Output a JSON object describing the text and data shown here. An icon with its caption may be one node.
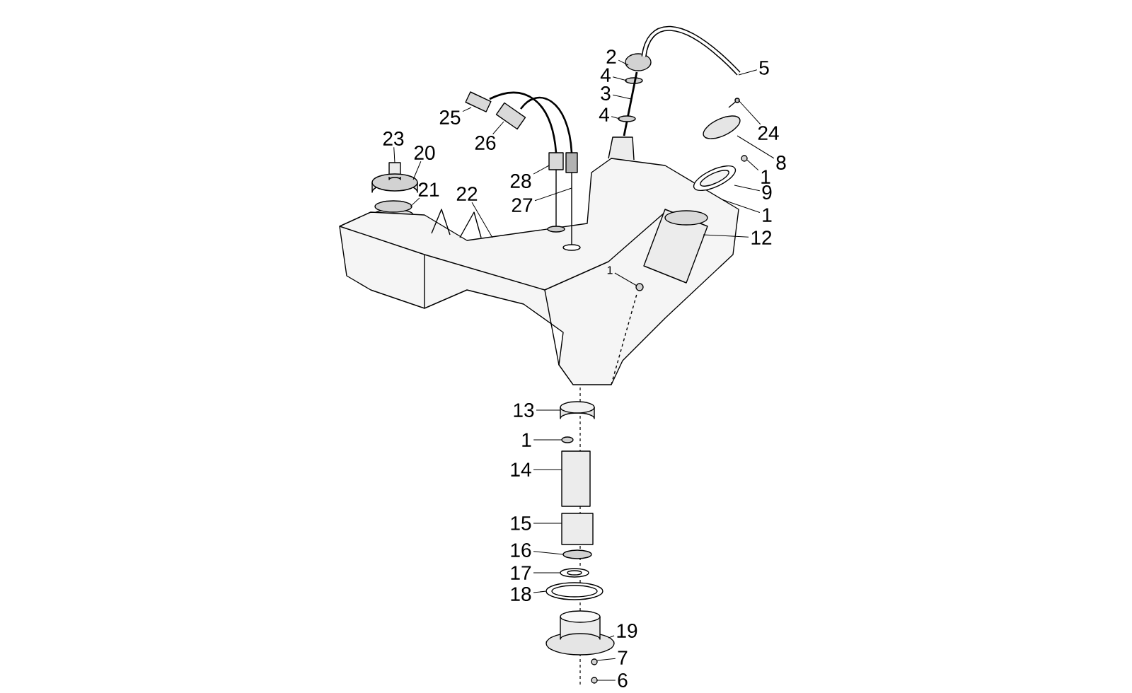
{
  "diagram": {
    "nodes": [
      {
        "text": [
          "2"
        ]
      },
      {
        "text": [
          "4"
        ]
      },
      {
        "text": [
          "3"
        ]
      },
      {
        "text": [
          "4"
        ]
      },
      {
        "text": [
          "5"
        ]
      },
      {
        "text": [
          "24"
        ]
      },
      {
        "text": [
          "8"
        ]
      },
      {
        "text": [
          "1"
        ]
      },
      {
        "text": [
          "9"
        ]
      },
      {
        "text": [
          "1"
        ]
      },
      {
        "text": [
          "12"
        ]
      },
      {
        "text": [
          "1"
        ],
        "in": 39
      },
      {
        "text": [
          "23"
        ]
      },
      {
        "text": [
          "20"
        ]
      },
      {
        "text": [
          "21"
        ]
      },
      {
        "text": [
          "22"
        ]
      },
      {
        "text": [
          "25"
        ]
      },
      {
        "text": [
          "26"
        ]
      },
      {
        "text": [
          "28"
        ]
      },
      {
        "text": [
          "27"
        ]
      },
      {
        "text": [
          "13"
        ]
      },
      {
        "text": [
          "1"
        ]
      },
      {
        "text": [
          "14"
        ]
      },
      {
        "text": [
          "15"
        ]
      },
      {
        "text": [
          "16"
        ]
      },
      {
        "text": [
          "17"
        ]
      },
      {
        "text": [
          "18"
        ]
      },
      {
        "text": [
          "19"
        ]
      },
      {
        "text": [
          "7"
        ]
      },
      {
        "text": [
          "6"
        ]
      },
      {
        "text": [],
        "shape": "circle"
      },
      {
        "text": [],
        "shape": "circle"
      },
      {
        "text": [],
        "shape": "picture"
      },
      {
        "text": [],
        "shape": "circle"
      },
      {
        "text": [],
        "shape": "picture"
      },
      {
        "text": [],
        "shape": "picture"
      },
      {
        "text": [],
        "shape": "picture"
      },
      {
        "text": [],
        "shape": "circle"
      },
      {
        "text": [],
        "shape": "picture",
        "in": 39
      },
      {
        "text": [],
        "shape": "picture"
      },
      {
        "text": [],
        "shape": "picture",
        "in": 39
      },
      {
        "text": [],
        "shape": "circle",
        "in": 39
      },
      {
        "text": [],
        "shape": "box"
      },
      {
        "text": [],
        "shape": "picture"
      },
      {
        "text": [],
        "shape": "circle",
        "in": 39
      },
      {
        "text": [],
        "shape": "picture"
      },
      {
        "text": [],
        "shape": "picture"
      },
      {
        "text": [],
        "shape": "picture"
      },
      {
        "text": [],
        "shape": "picture"
      },
      {
        "text": [],
        "shape": "picture"
      },
      {
        "text": [],
        "shape": "circle"
      },
      {
        "text": [],
        "shape": "box"
      },
      {
        "text": [],
        "shape": "box"
      },
      {
        "text": [],
        "shape": "circle"
      },
      {
        "text": [],
        "shape": "picture"
      },
      {
        "text": [],
        "shape": "picture"
      },
      {
        "text": [],
        "shape": "picture"
      },
      {
        "text": [],
        "shape": "circle"
      },
      {
        "text": [],
        "shape": "circle"
      }
    ],
    "edges": [
      {
        "from": 0,
        "to": 30,
        "arrow": "none"
      },
      {
        "from": 1,
        "to": 31,
        "arrow": "none"
      },
      {
        "from": 2,
        "to": 32,
        "arrow": "none"
      },
      {
        "from": 3,
        "to": 33,
        "arrow": "none"
      },
      {
        "from": 4,
        "to": 34,
        "arrow": "none"
      },
      {
        "from": 5,
        "to": 35,
        "arrow": "none"
      },
      {
        "from": 6,
        "to": 36,
        "arrow": "none"
      },
      {
        "from": 7,
        "to": 37,
        "arrow": "none"
      },
      {
        "from": 8,
        "to": 38,
        "arrow": "none"
      },
      {
        "from": 9,
        "to": 39,
        "arrow": "none"
      },
      {
        "from": 10,
        "to": 40,
        "arrow": "none"
      },
      {
        "from": 11,
        "to": 41,
        "arrow": "none"
      },
      {
        "from": 12,
        "to": 42,
        "arrow": "none"
      },
      {
        "from": 13,
        "to": 43,
        "arrow": "none"
      },
      {
        "from": 14,
        "to": 44,
        "arrow": "none"
      },
      {
        "from": 15,
        "to": 39,
        "arrow": "none"
      },
      {
        "from": 16,
        "to": 45,
        "arrow": "none"
      },
      {
        "from": 17,
        "to": 46,
        "arrow": "none"
      },
      {
        "from": 18,
        "to": 47,
        "arrow": "none"
      },
      {
        "from": 19,
        "to": 48,
        "arrow": "none"
      },
      {
        "from": 20,
        "to": 49,
        "arrow": "none"
      },
      {
        "from": 21,
        "to": 50,
        "arrow": "none"
      },
      {
        "from": 22,
        "to": 51,
        "arrow": "none"
      },
      {
        "from": 23,
        "to": 52,
        "arrow": "none"
      },
      {
        "from": 24,
        "to": 53,
        "arrow": "none"
      },
      {
        "from": 25,
        "to": 54,
        "arrow": "none"
      },
      {
        "from": 26,
        "to": 55,
        "arrow": "none"
      },
      {
        "from": 27,
        "to": 56,
        "arrow": "none"
      },
      {
        "from": 28,
        "to": 57,
        "arrow": "none"
      },
      {
        "from": 29,
        "to": 58,
        "arrow": "none"
      },
      {
        "from": 45,
        "to": 47,
        "arrow": "none"
      },
      {
        "from": 46,
        "to": 48,
        "arrow": "none"
      }
    ]
  }
}
